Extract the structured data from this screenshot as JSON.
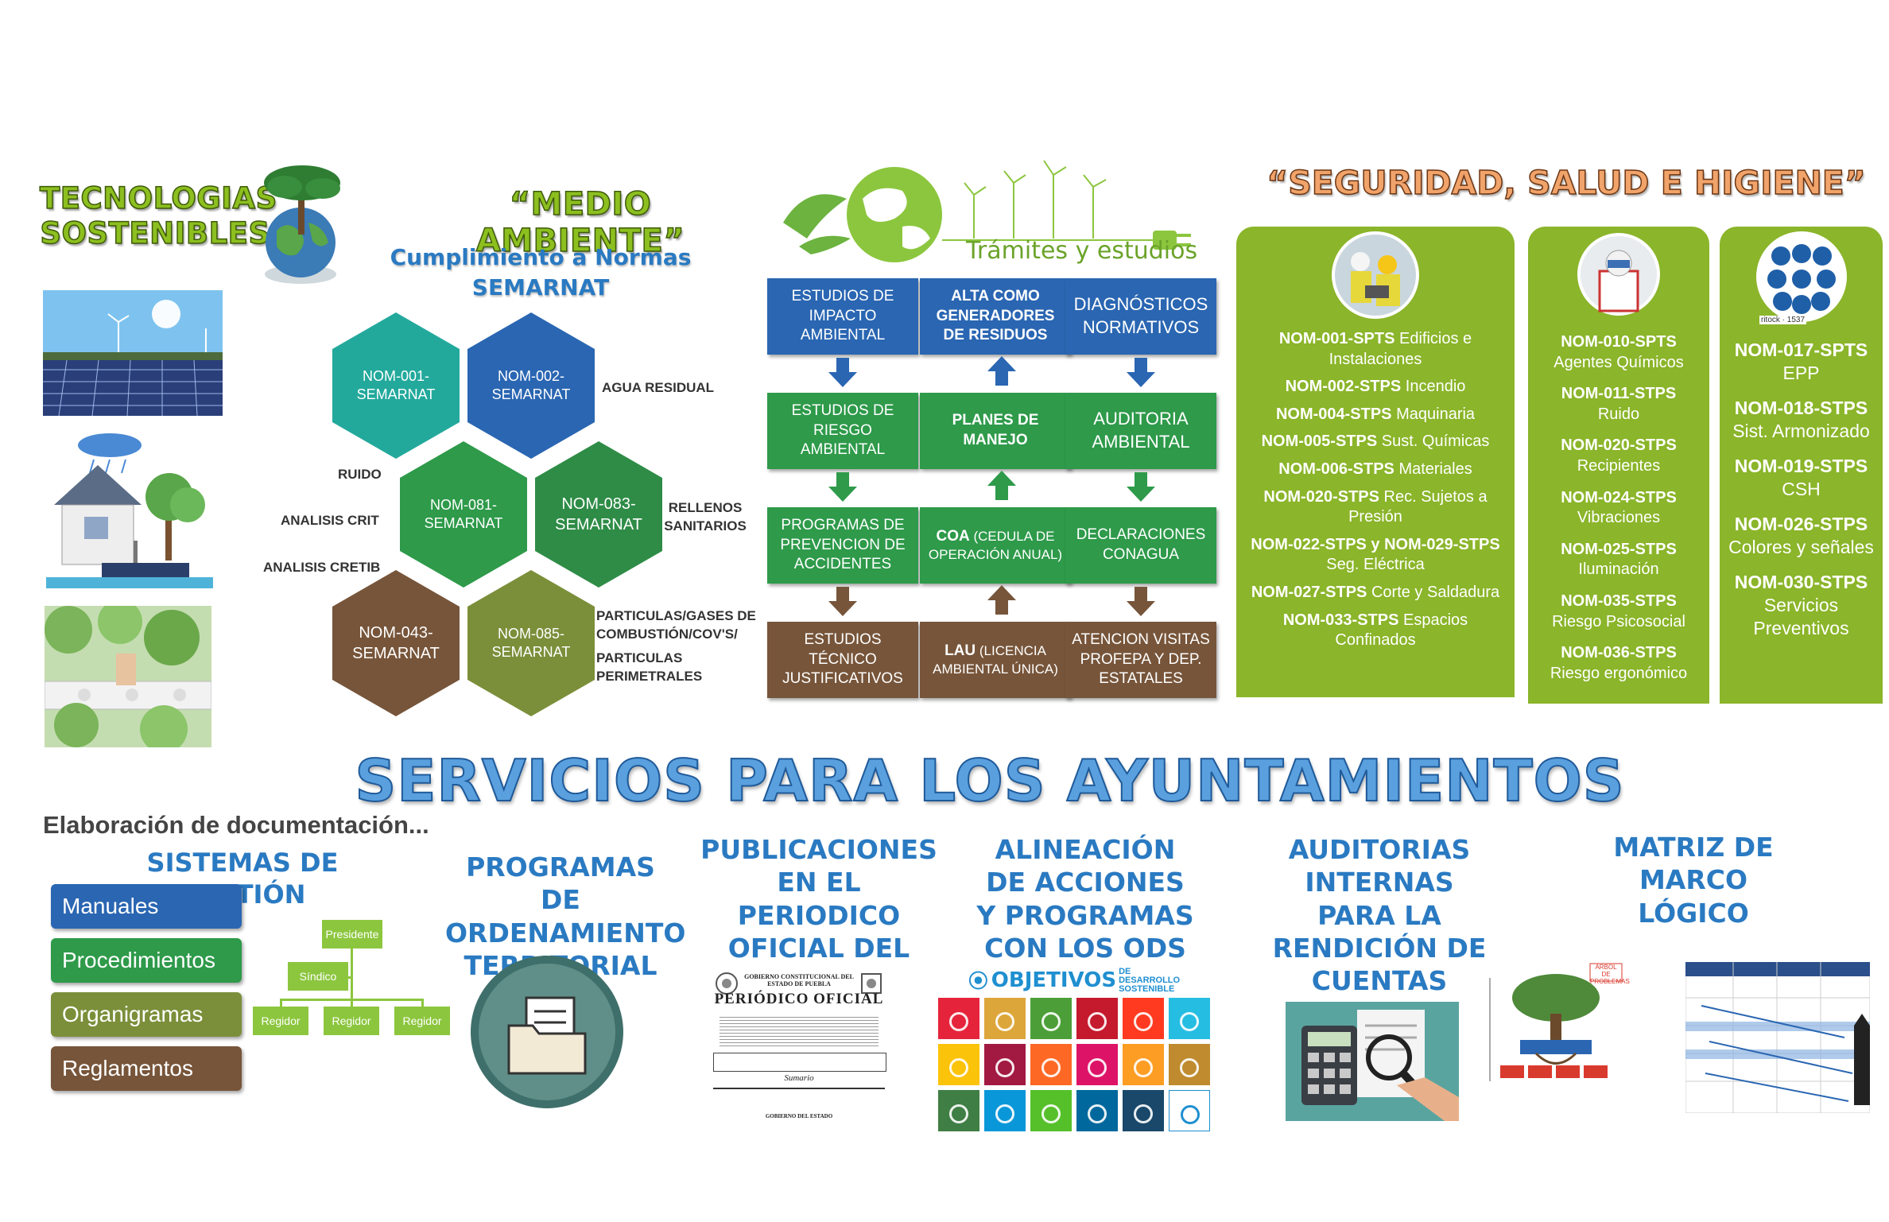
{
  "tecnologias": {
    "line1": "TECNOLOGIAS",
    "line2": "SOSTENIBLES"
  },
  "medio_ambiente": {
    "title": "“MEDIO AMBIENTE”",
    "subtitle1": "Cumplimiento a Normas",
    "subtitle2": "SEMARNAT",
    "hexagons": [
      {
        "label": "NOM-001-SEMARNAT",
        "color": "#22a99c"
      },
      {
        "label": "NOM-002-SEMARNAT",
        "color": "#2a66b2"
      },
      {
        "label": "NOM-081-SEMARNAT",
        "color": "#2e9a4a"
      },
      {
        "label": "NOM-083-SEMARNAT",
        "color": "#2e8c46"
      },
      {
        "label": "NOM-043-SEMARNAT",
        "color": "#77553a"
      },
      {
        "label": "NOM-085-SEMARNAT",
        "color": "#7b8f3a"
      }
    ],
    "labels": {
      "agua": "AGUA RESIDUAL",
      "ruido": "RUIDO",
      "crit": "ANALISIS CRIT",
      "cretib": "ANALISIS CRETIB",
      "rellenos": "RELLENOS SANITARIOS",
      "particulas": "PARTICULAS/GASES DE COMBUSTIÓN/COV'S/",
      "perimetrales": "PARTICULAS PERIMETRALES"
    }
  },
  "tramites": {
    "title": "Trámites y estudios",
    "col1": [
      "ESTUDIOS DE IMPACTO AMBIENTAL",
      "ESTUDIOS DE RIESGO AMBIENTAL",
      "PROGRAMAS DE PREVENCION DE ACCIDENTES",
      "ESTUDIOS TÉCNICO JUSTIFICATIVOS"
    ],
    "col2": {
      "b1": "ALTA COMO GENERADORES DE RESIDUOS",
      "b2": "PLANES DE MANEJO",
      "b3_main": "COA",
      "b3_sub": "(CEDULA DE OPERACIÓN ANUAL)",
      "b4_main": "LAU",
      "b4_sub": "(LICENCIA AMBIENTAL ÚNICA)"
    },
    "col3": [
      "DIAGNÓSTICOS NORMATIVOS",
      "AUDITORIA AMBIENTAL",
      "DECLARACIONES CONAGUA",
      "ATENCION VISITAS PROFEPA Y DEP. ESTATALES"
    ],
    "colors": {
      "blue": "#2a66b2",
      "green": "#2e9a4a",
      "brown": "#77553a"
    }
  },
  "seguridad": {
    "title": "“SEGURIDAD, SALUD E HIGIENE”",
    "panel1": [
      {
        "code": "NOM-001-SPTS",
        "desc": "Edificios e Instalaciones"
      },
      {
        "code": "NOM-002-STPS",
        "desc": "Incendio"
      },
      {
        "code": "NOM-004-STPS",
        "desc": "Maquinaria"
      },
      {
        "code": "NOM-005-STPS",
        "desc": "Sust. Químicas"
      },
      {
        "code": "NOM-006-STPS",
        "desc": "Materiales"
      },
      {
        "code": "NOM-020-STPS",
        "desc": "Rec. Sujetos a Presión"
      },
      {
        "code": "NOM-022-STPS y NOM-029-STPS",
        "desc": "Seg. Eléctrica"
      },
      {
        "code": "NOM-027-STPS",
        "desc": "Corte y Saldadura"
      },
      {
        "code": "NOM-033-STPS",
        "desc": "Espacios Confinados"
      }
    ],
    "panel2": [
      {
        "code": "NOM-010-SPTS",
        "desc": "Agentes Químicos"
      },
      {
        "code": "NOM-011-STPS",
        "desc": "Ruido"
      },
      {
        "code": "NOM-020-STPS",
        "desc": "Recipientes"
      },
      {
        "code": "NOM-024-STPS",
        "desc": "Vibraciones"
      },
      {
        "code": "NOM-025-STPS",
        "desc": "Iluminación"
      },
      {
        "code": "NOM-035-STPS",
        "desc": "Riesgo Psicosocial"
      },
      {
        "code": "NOM-036-STPS",
        "desc": "Riesgo ergonómico"
      }
    ],
    "panel3": [
      {
        "code": "NOM-017-SPTS",
        "desc": "EPP"
      },
      {
        "code": "NOM-018-STPS",
        "desc": "Sist. Armonizado"
      },
      {
        "code": "NOM-019-STPS",
        "desc": "CSH"
      },
      {
        "code": "NOM-026-STPS",
        "desc": "Colores y señales"
      },
      {
        "code": "NOM-030-STPS",
        "desc": "Servicios Preventivos"
      }
    ],
    "stock_text": "ritock · 1537"
  },
  "servicios": {
    "title": "SERVICIOS PARA LOS AYUNTAMIENTOS",
    "elaboracion": "Elaboración de documentación...",
    "sistemas": "SISTEMAS DE GESTIÓN",
    "docs": [
      {
        "label": "Manuales",
        "color": "#2a66b2"
      },
      {
        "label": "Procedimientos",
        "color": "#2e9a4a"
      },
      {
        "label": "Organigramas",
        "color": "#7b8f3a"
      },
      {
        "label": "Reglamentos",
        "color": "#77553a"
      }
    ],
    "org": {
      "presidente": "Presidente",
      "sindico": "Síndico",
      "regidor": "Regidor"
    },
    "programas": "PROGRAMAS DE ORDENAMIENTO TERRITORIAL",
    "publicaciones": "PUBLICACIONES EN EL PERIODICO OFICIAL DEL ESTADO",
    "periodico": {
      "gov": "GOBIERNO CONSTITUCIONAL DEL ESTADO DE PUEBLA",
      "name": "PERIÓDICO OFICIAL",
      "sumario": "Sumario",
      "footer": "GOBIERNO DEL ESTADO"
    },
    "alineacion": "ALINEACIÓN DE ACCIONES Y PROGRAMAS CON LOS ODS",
    "ods": {
      "main": "OBJETIVOS",
      "sub1": "DE DESARROLLO",
      "sub2": "SOSTENIBLE"
    },
    "sdg_colors": [
      "#e5243b",
      "#dda63a",
      "#4c9f38",
      "#c5192d",
      "#ff3a21",
      "#26bde2",
      "#fcc30b",
      "#a21942",
      "#fd6925",
      "#dd1367",
      "#fd9d24",
      "#bf8b2e",
      "#3f7e44",
      "#0a97d9",
      "#56c02b",
      "#00689d",
      "#19486a",
      "#ffffff"
    ],
    "auditorias": "AUDITORIAS INTERNAS PARA LA RENDICIÓN DE CUENTAS",
    "matriz": "MATRIZ DE MARCO LÓGICO",
    "arbol": "ÁRBOL DE PROBLEMAS"
  }
}
